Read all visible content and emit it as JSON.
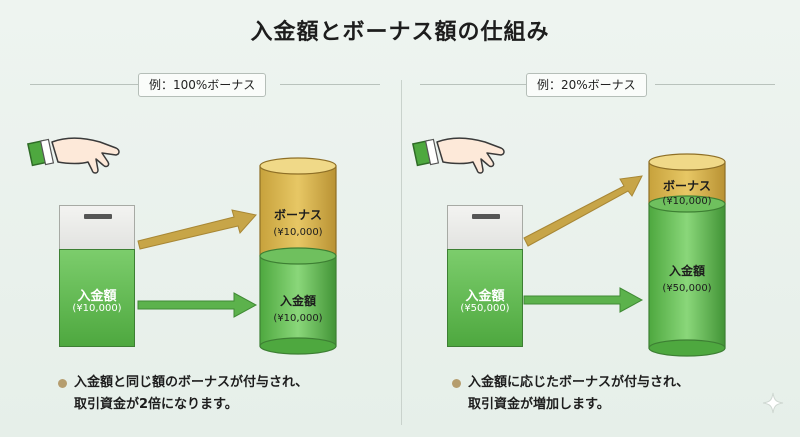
{
  "title": "入金額とボーナス額の仕組み",
  "left": {
    "tag": "例：100%ボーナス",
    "deposit_label": "入金額",
    "deposit_amount": "(¥10,000)",
    "bonus_label": "ボーナス",
    "bonus_amount": "(¥10,000)",
    "cyl_deposit_label": "入金額",
    "cyl_deposit_amount": "(¥10,000)",
    "bullet_line1": "入金額と同じ額のボーナスが付与され、",
    "bullet_line2": "取引資金が2倍になります。"
  },
  "right": {
    "tag": "例：20%ボーナス",
    "deposit_label": "入金額",
    "deposit_amount": "(¥50,000)",
    "bonus_label": "ボーナス",
    "bonus_amount": "(¥10,000)",
    "cyl_deposit_label": "入金額",
    "cyl_deposit_amount": "(¥50,000)",
    "bullet_line1": "入金額に応じたボーナスが付与され、",
    "bullet_line2": "取引資金が増加します。"
  },
  "colors": {
    "green_top": "#7ccd6c",
    "green_bottom": "#4ea83f",
    "gold_top": "#e7c765",
    "gold_bottom": "#c7a23c",
    "arrow_gold": "#c7a548",
    "arrow_green": "#5cb24c",
    "bullet_dot": "#b59d6e"
  },
  "icons": [
    "hand-icon",
    "ballot-box-icon",
    "cylinder-icon",
    "arrow-icon",
    "sparkle-icon"
  ]
}
